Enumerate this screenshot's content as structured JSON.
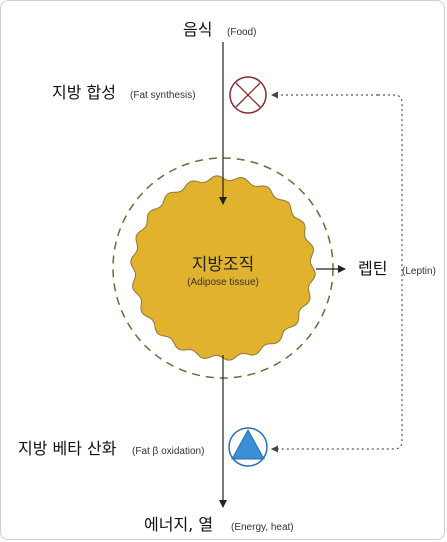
{
  "diagram": {
    "food": {
      "label": "음식",
      "sub": "(Food)"
    },
    "fat_synthesis": {
      "label": "지방 합성",
      "sub": "(Fat synthesis)"
    },
    "adipose": {
      "label": "지방조직",
      "sub": "(Adipose tissue)"
    },
    "leptin": {
      "label": "렙틴",
      "sub": "(Leptin)"
    },
    "fat_oxidation": {
      "label": "지방 베타 산화",
      "sub": "(Fat β oxidation)"
    },
    "energy": {
      "label": "에너지, 열",
      "sub": "(Energy, heat)"
    },
    "inhibit_icon": "x-circle-icon",
    "activate_icon": "triangle-circle-icon",
    "colors": {
      "adipose_fill": "#E0B22E",
      "adipose_outline": "#7A6A2E",
      "inhibit": "#8B2A2E",
      "activate_fill": "#3A8FD9",
      "activate_ring": "#2F6FB0",
      "arrow": "#222222",
      "dotted": "#555555"
    }
  }
}
